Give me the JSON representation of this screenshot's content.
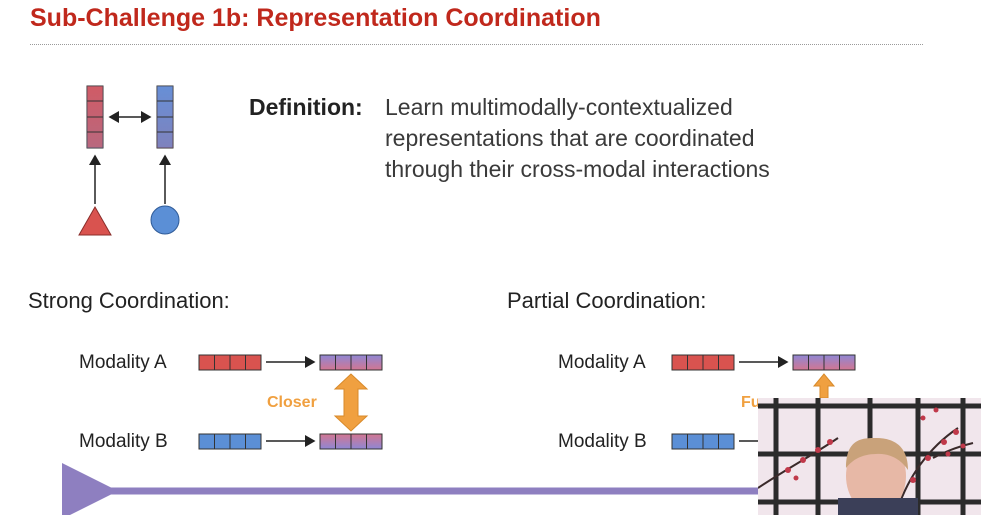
{
  "slide": {
    "title": "Sub-Challenge 1b: Representation Coordination",
    "definition_label": "Definition:",
    "definition_lines": [
      "Learn multimodally-contextualized",
      "representations that are coordinated",
      "through their cross-modal interactions"
    ]
  },
  "strong": {
    "title": "Strong Coordination:",
    "modality_a": "Modality A",
    "modality_b": "Modality B",
    "relation": "Closer"
  },
  "partial": {
    "title": "Partial Coordination:",
    "modality_a": "Modality A",
    "modality_b": "Modality B",
    "relation": "Fu"
  },
  "colors": {
    "title": "#c0281c",
    "red_block": "#d9534f",
    "blue_block": "#5b8fd6",
    "mixed_block": "#8b7bc8",
    "orange_arrow": "#f0a040",
    "purple_arrow": "#8e7fc0"
  }
}
